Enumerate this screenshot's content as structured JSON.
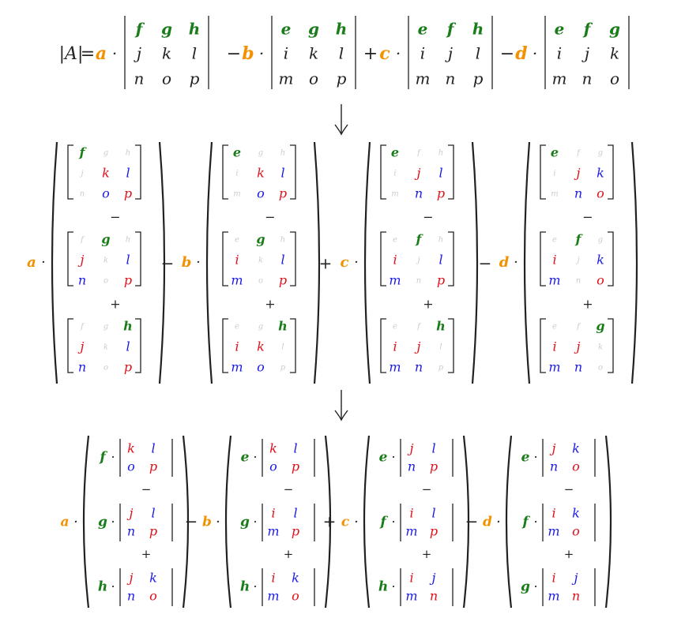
{
  "colors": {
    "orange": "#f39200",
    "green": "#1a7d1a",
    "red": "#e0101a",
    "blue": "#1a1ae6",
    "faded": "#cccccc",
    "black": "#222222"
  },
  "top": {
    "lhs": "|A|",
    "equals": "=",
    "dot": "·",
    "terms": [
      {
        "sign": "",
        "coef": "a",
        "m": [
          [
            "f",
            "g",
            "h"
          ],
          [
            "j",
            "k",
            "l"
          ],
          [
            "n",
            "o",
            "p"
          ]
        ]
      },
      {
        "sign": "−",
        "coef": "b",
        "m": [
          [
            "e",
            "g",
            "h"
          ],
          [
            "i",
            "k",
            "l"
          ],
          [
            "m",
            "o",
            "p"
          ]
        ]
      },
      {
        "sign": "+",
        "coef": "c",
        "m": [
          [
            "e",
            "f",
            "h"
          ],
          [
            "i",
            "j",
            "l"
          ],
          [
            "m",
            "n",
            "p"
          ]
        ]
      },
      {
        "sign": "−",
        "coef": "d",
        "m": [
          [
            "e",
            "f",
            "g"
          ],
          [
            "i",
            "j",
            "k"
          ],
          [
            "m",
            "n",
            "o"
          ]
        ]
      }
    ]
  },
  "arrow": "⟶",
  "middle": {
    "joins": [
      "−",
      "+"
    ],
    "terms": [
      {
        "sign": "",
        "coef": "a",
        "blocks": [
          [
            [
              "f",
              "G",
              "H"
            ],
            [
              "J",
              "k",
              "l"
            ],
            [
              "N",
              "o",
              "p"
            ]
          ],
          [
            [
              "F",
              "g",
              "H"
            ],
            [
              "j",
              "K",
              "l"
            ],
            [
              "n",
              "O",
              "p"
            ]
          ],
          [
            [
              "F",
              "G",
              "h"
            ],
            [
              "j",
              "K",
              "l"
            ],
            [
              "n",
              "O",
              "p"
            ]
          ]
        ]
      },
      {
        "sign": "−",
        "coef": "b",
        "blocks": [
          [
            [
              "e",
              "G",
              "H"
            ],
            [
              "I",
              "k",
              "l"
            ],
            [
              "M",
              "o",
              "p"
            ]
          ],
          [
            [
              "E",
              "g",
              "H"
            ],
            [
              "i",
              "K",
              "l"
            ],
            [
              "m",
              "O",
              "p"
            ]
          ],
          [
            [
              "E",
              "G",
              "h"
            ],
            [
              "i",
              "k",
              "L"
            ],
            [
              "m",
              "o",
              "P"
            ]
          ]
        ]
      },
      {
        "sign": "+",
        "coef": "c",
        "blocks": [
          [
            [
              "e",
              "F",
              "H"
            ],
            [
              "I",
              "j",
              "l"
            ],
            [
              "M",
              "n",
              "p"
            ]
          ],
          [
            [
              "E",
              "f",
              "H"
            ],
            [
              "i",
              "J",
              "l"
            ],
            [
              "m",
              "N",
              "p"
            ]
          ],
          [
            [
              "E",
              "F",
              "h"
            ],
            [
              "i",
              "j",
              "L"
            ],
            [
              "m",
              "n",
              "P"
            ]
          ]
        ]
      },
      {
        "sign": "−",
        "coef": "d",
        "blocks": [
          [
            [
              "e",
              "F",
              "G"
            ],
            [
              "I",
              "j",
              "k"
            ],
            [
              "M",
              "n",
              "o"
            ]
          ],
          [
            [
              "E",
              "f",
              "G"
            ],
            [
              "i",
              "J",
              "k"
            ],
            [
              "m",
              "N",
              "o"
            ]
          ],
          [
            [
              "E",
              "F",
              "g"
            ],
            [
              "i",
              "j",
              "K"
            ],
            [
              "m",
              "n",
              "O"
            ]
          ]
        ]
      }
    ]
  },
  "bottom": {
    "joins": [
      "−",
      "+"
    ],
    "terms": [
      {
        "sign": "",
        "coef": "a",
        "rows": [
          {
            "c": "f",
            "m": [
              [
                "k",
                "l"
              ],
              [
                "o",
                "p"
              ]
            ]
          },
          {
            "c": "g",
            "m": [
              [
                "j",
                "l"
              ],
              [
                "n",
                "p"
              ]
            ]
          },
          {
            "c": "h",
            "m": [
              [
                "j",
                "k"
              ],
              [
                "n",
                "o"
              ]
            ]
          }
        ]
      },
      {
        "sign": "−",
        "coef": "b",
        "rows": [
          {
            "c": "e",
            "m": [
              [
                "k",
                "l"
              ],
              [
                "o",
                "p"
              ]
            ]
          },
          {
            "c": "g",
            "m": [
              [
                "i",
                "l"
              ],
              [
                "m",
                "p"
              ]
            ]
          },
          {
            "c": "h",
            "m": [
              [
                "i",
                "k"
              ],
              [
                "m",
                "o"
              ]
            ]
          }
        ]
      },
      {
        "sign": "+",
        "coef": "c",
        "rows": [
          {
            "c": "e",
            "m": [
              [
                "j",
                "l"
              ],
              [
                "n",
                "p"
              ]
            ]
          },
          {
            "c": "f",
            "m": [
              [
                "i",
                "l"
              ],
              [
                "m",
                "p"
              ]
            ]
          },
          {
            "c": "h",
            "m": [
              [
                "i",
                "j"
              ],
              [
                "m",
                "n"
              ]
            ]
          }
        ]
      },
      {
        "sign": "−",
        "coef": "d",
        "rows": [
          {
            "c": "e",
            "m": [
              [
                "j",
                "k"
              ],
              [
                "n",
                "o"
              ]
            ]
          },
          {
            "c": "f",
            "m": [
              [
                "i",
                "k"
              ],
              [
                "m",
                "o"
              ]
            ]
          },
          {
            "c": "g",
            "m": [
              [
                "i",
                "j"
              ],
              [
                "m",
                "n"
              ]
            ]
          }
        ]
      }
    ]
  }
}
